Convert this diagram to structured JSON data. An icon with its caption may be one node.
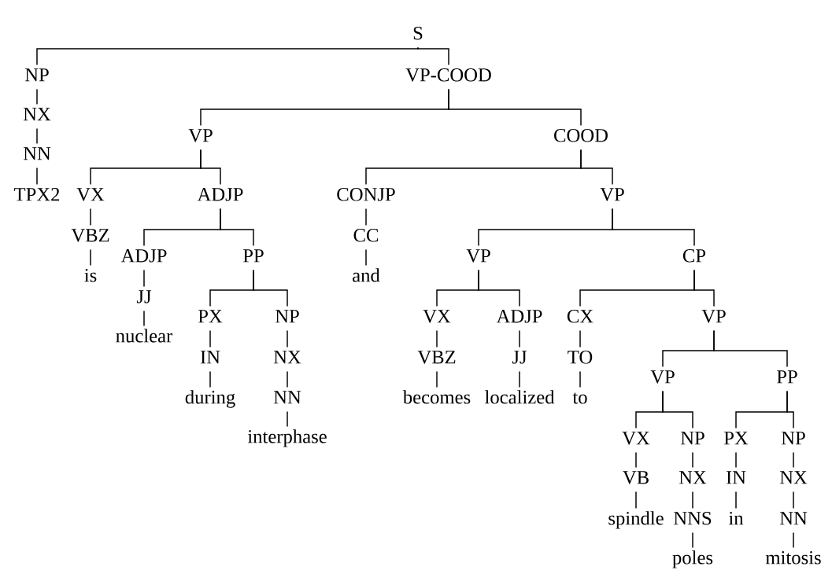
{
  "diagram": {
    "nodes": [
      {
        "text": [
          "S"
        ]
      },
      {
        "text": [
          "NP"
        ]
      },
      {
        "text": [
          "VP-COOD"
        ]
      },
      {
        "text": [
          "NX"
        ]
      },
      {
        "text": [
          "NN"
        ]
      },
      {
        "text": [
          "TPX2"
        ]
      },
      {
        "text": [
          "VP"
        ]
      },
      {
        "text": [
          "COOD"
        ]
      },
      {
        "text": [
          "VX"
        ]
      },
      {
        "text": [
          "ADJP"
        ]
      },
      {
        "text": [
          "VBZ"
        ]
      },
      {
        "text": [
          "is"
        ]
      },
      {
        "text": [
          "ADJP"
        ]
      },
      {
        "text": [
          "PP"
        ]
      },
      {
        "text": [
          "JJ"
        ]
      },
      {
        "text": [
          "nuclear"
        ]
      },
      {
        "text": [
          "PX"
        ]
      },
      {
        "text": [
          "NP"
        ]
      },
      {
        "text": [
          "IN"
        ]
      },
      {
        "text": [
          "during"
        ]
      },
      {
        "text": [
          "NX"
        ]
      },
      {
        "text": [
          "NN"
        ]
      },
      {
        "text": [
          "interphase"
        ]
      },
      {
        "text": [
          "CONJP"
        ]
      },
      {
        "text": [
          "VP"
        ]
      },
      {
        "text": [
          "CC"
        ]
      },
      {
        "text": [
          "and"
        ]
      },
      {
        "text": [
          "VP"
        ]
      },
      {
        "text": [
          "CP"
        ]
      },
      {
        "text": [
          "VX"
        ]
      },
      {
        "text": [
          "ADJP"
        ]
      },
      {
        "text": [
          "VBZ"
        ]
      },
      {
        "text": [
          "becomes"
        ]
      },
      {
        "text": [
          "JJ"
        ]
      },
      {
        "text": [
          "localized"
        ]
      },
      {
        "text": [
          "CX"
        ]
      },
      {
        "text": [
          "VP"
        ]
      },
      {
        "text": [
          "TO"
        ]
      },
      {
        "text": [
          "to"
        ]
      },
      {
        "text": [
          "VP"
        ]
      },
      {
        "text": [
          "PP"
        ]
      },
      {
        "text": [
          "VX"
        ]
      },
      {
        "text": [
          "NP"
        ]
      },
      {
        "text": [
          "VB"
        ]
      },
      {
        "text": [
          "spindle"
        ]
      },
      {
        "text": [
          "NX"
        ]
      },
      {
        "text": [
          "NNS"
        ]
      },
      {
        "text": [
          "poles"
        ]
      },
      {
        "text": [
          "PX"
        ]
      },
      {
        "text": [
          "NP"
        ]
      },
      {
        "text": [
          "IN"
        ]
      },
      {
        "text": [
          "in"
        ]
      },
      {
        "text": [
          "NX"
        ]
      },
      {
        "text": [
          "NN"
        ]
      },
      {
        "text": [
          "mitosis"
        ]
      }
    ],
    "edges": [
      {
        "from": 0,
        "to": 1,
        "arrow": "none"
      },
      {
        "from": 0,
        "to": 2,
        "arrow": "none"
      },
      {
        "from": 1,
        "to": 3,
        "arrow": "none"
      },
      {
        "from": 3,
        "to": 4,
        "arrow": "none"
      },
      {
        "from": 4,
        "to": 5,
        "arrow": "none"
      },
      {
        "from": 2,
        "to": 6,
        "arrow": "none"
      },
      {
        "from": 2,
        "to": 7,
        "arrow": "none"
      },
      {
        "from": 6,
        "to": 8,
        "arrow": "none"
      },
      {
        "from": 6,
        "to": 9,
        "arrow": "none"
      },
      {
        "from": 8,
        "to": 10,
        "arrow": "none"
      },
      {
        "from": 10,
        "to": 11,
        "arrow": "none"
      },
      {
        "from": 9,
        "to": 12,
        "arrow": "none"
      },
      {
        "from": 9,
        "to": 13,
        "arrow": "none"
      },
      {
        "from": 12,
        "to": 14,
        "arrow": "none"
      },
      {
        "from": 14,
        "to": 15,
        "arrow": "none"
      },
      {
        "from": 13,
        "to": 16,
        "arrow": "none"
      },
      {
        "from": 13,
        "to": 17,
        "arrow": "none"
      },
      {
        "from": 16,
        "to": 18,
        "arrow": "none"
      },
      {
        "from": 18,
        "to": 19,
        "arrow": "none"
      },
      {
        "from": 17,
        "to": 20,
        "arrow": "none"
      },
      {
        "from": 20,
        "to": 21,
        "arrow": "none"
      },
      {
        "from": 21,
        "to": 22,
        "arrow": "none"
      },
      {
        "from": 7,
        "to": 23,
        "arrow": "none"
      },
      {
        "from": 7,
        "to": 24,
        "arrow": "none"
      },
      {
        "from": 23,
        "to": 25,
        "arrow": "none"
      },
      {
        "from": 25,
        "to": 26,
        "arrow": "none"
      },
      {
        "from": 24,
        "to": 27,
        "arrow": "none"
      },
      {
        "from": 24,
        "to": 28,
        "arrow": "none"
      },
      {
        "from": 27,
        "to": 29,
        "arrow": "none"
      },
      {
        "from": 27,
        "to": 30,
        "arrow": "none"
      },
      {
        "from": 29,
        "to": 31,
        "arrow": "none"
      },
      {
        "from": 31,
        "to": 32,
        "arrow": "none"
      },
      {
        "from": 30,
        "to": 33,
        "arrow": "none"
      },
      {
        "from": 33,
        "to": 34,
        "arrow": "none"
      },
      {
        "from": 28,
        "to": 35,
        "arrow": "none"
      },
      {
        "from": 28,
        "to": 36,
        "arrow": "none"
      },
      {
        "from": 35,
        "to": 37,
        "arrow": "none"
      },
      {
        "from": 37,
        "to": 38,
        "arrow": "none"
      },
      {
        "from": 36,
        "to": 39,
        "arrow": "none"
      },
      {
        "from": 36,
        "to": 40,
        "arrow": "none"
      },
      {
        "from": 39,
        "to": 41,
        "arrow": "none"
      },
      {
        "from": 39,
        "to": 42,
        "arrow": "none"
      },
      {
        "from": 41,
        "to": 43,
        "arrow": "none"
      },
      {
        "from": 43,
        "to": 44,
        "arrow": "none"
      },
      {
        "from": 42,
        "to": 45,
        "arrow": "none"
      },
      {
        "from": 45,
        "to": 46,
        "arrow": "none"
      },
      {
        "from": 46,
        "to": 47,
        "arrow": "none"
      },
      {
        "from": 40,
        "to": 48,
        "arrow": "none"
      },
      {
        "from": 40,
        "to": 49,
        "arrow": "none"
      },
      {
        "from": 48,
        "to": 50,
        "arrow": "none"
      },
      {
        "from": 50,
        "to": 51,
        "arrow": "none"
      },
      {
        "from": 49,
        "to": 52,
        "arrow": "none"
      },
      {
        "from": 52,
        "to": 53,
        "arrow": "none"
      },
      {
        "from": 53,
        "to": 54,
        "arrow": "none"
      }
    ]
  }
}
